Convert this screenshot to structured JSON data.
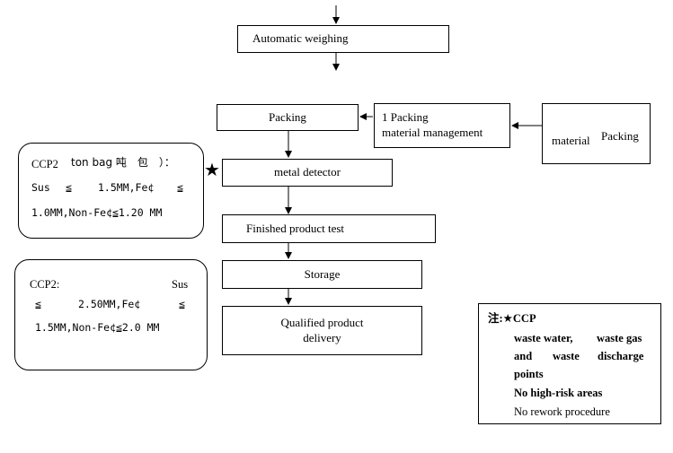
{
  "steps": {
    "weighing": "Automatic weighing",
    "packing": "Packing",
    "metal_detector": "metal detector",
    "finished_test": "Finished product test",
    "storage": "Storage",
    "delivery_line1": "Qualified product",
    "delivery_line2": "delivery"
  },
  "material_mgmt": {
    "line1": "1 Packing",
    "line2": "material management"
  },
  "packing_material": {
    "word1": "material",
    "word2": "Packing"
  },
  "ccp1": {
    "line1_a": "CCP2",
    "line1_b": "ton bag 吨　包　）：",
    "line2_a": "Sus",
    "line2_b": "≦",
    "line2_c": "1.5MM,Fe¢",
    "line2_d": "≦",
    "line3": "1.0MM,Non-Fe¢≦1.20 MM"
  },
  "ccp2": {
    "line1_a": "CCP2:",
    "line1_b": "Sus",
    "line2_a": "≦",
    "line2_b": "2.50MM,Fe¢",
    "line2_c": "≦",
    "line3": "1.5MM,Non-Fe¢≦2.0 MM"
  },
  "legend": {
    "prefix": "注:",
    "star": "★",
    "ccp": "CCP",
    "line2_a": "waste water,",
    "line2_b": "waste gas",
    "line3_a": "and",
    "line3_b": "waste",
    "line3_c": "discharge",
    "line4": "points",
    "line5": "No high-risk areas",
    "line6": "No rework procedure"
  },
  "marker_star": "★"
}
